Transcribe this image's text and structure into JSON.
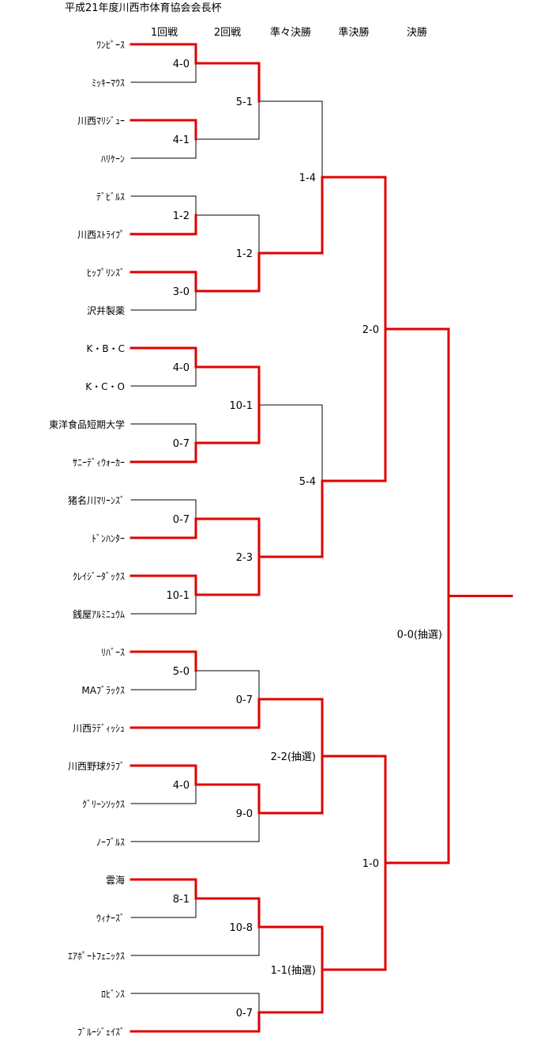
{
  "title": "平成21年度川西市体育協会会長杯",
  "rounds": [
    "1回戦",
    "2回戦",
    "準々決勝",
    "準決勝",
    "決勝"
  ],
  "teams": [
    "ﾜﾝﾋﾟｰｽ",
    "ﾐｯｷｰﾏｳｽ",
    "川西ﾏﾘｼﾞｭｰ",
    "ﾊﾘｹｰﾝ",
    "ﾃﾞﾋﾞﾙｽ",
    "川西ｽﾄﾗｲﾌﾟ",
    "ﾋｯﾌﾟﾘﾝｽﾞ",
    "沢井製薬",
    "K・B・C",
    "K・C・O",
    "東洋食品短期大学",
    "ｻﾆｰﾃﾞｨｳｫｰｶｰ",
    "猪名川ﾏﾘｰﾝｽﾞ",
    "ﾄﾞﾝﾊﾝﾀｰ",
    "ｸﾚｲｼﾞｰﾀﾞｯｸｽ",
    "銭屋ｱﾙﾐﾆｭｳﾑ",
    "ﾘﾊﾞｰｽ",
    "MAﾌﾞﾗｯｸｽ",
    "川西ﾗﾃﾞｨｯｼｭ",
    "川西野球ｸﾗﾌﾞ",
    "ｸﾞﾘｰﾝｿｯｸｽ",
    "ﾉｰﾌﾞﾙｽ",
    "雲海",
    "ｳｨﾅｰｽﾞ",
    "ｴｱﾎﾟｰﾄﾌｪﾆｯｸｽ",
    "ﾛﾋﾞﾝｽ",
    "ﾌﾞﾙｰｼﾞｪｲｽﾞ"
  ],
  "winners": [
    0,
    2,
    5,
    6,
    8,
    11,
    13,
    14,
    16,
    18,
    19,
    22,
    26
  ],
  "scores": {
    "r1": [
      "4-0",
      "4-1",
      "1-2",
      "3-0",
      "4-0",
      "0-7",
      "0-7",
      "10-1",
      "5-0",
      "4-0",
      "8-1"
    ],
    "r2": [
      "5-1",
      "1-2",
      "10-1",
      "2-3",
      "0-7",
      "9-0",
      "10-8",
      "0-7"
    ],
    "qf": [
      "1-4",
      "5-4",
      "2-2(抽選)",
      "1-1(抽選)"
    ],
    "sf": [
      "2-0",
      "1-0"
    ],
    "final": "0-0(抽選)"
  },
  "colors": {
    "winner_line": "#e00000",
    "line": "#000000"
  }
}
